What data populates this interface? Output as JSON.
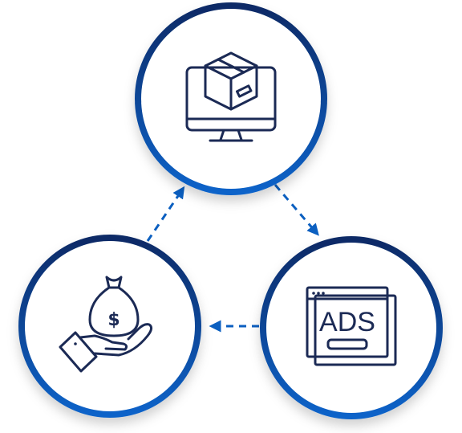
{
  "diagram": {
    "nodes": [
      {
        "id": "ecommerce",
        "icon": "monitor-box-icon"
      },
      {
        "id": "ads",
        "icon": "ads-window-icon",
        "text": "ADS"
      },
      {
        "id": "money",
        "icon": "hand-money-bag-icon",
        "text": "$"
      }
    ],
    "flow": [
      "ecommerce",
      "ads",
      "money",
      "ecommerce"
    ],
    "colors": {
      "ring_dark": "#0d2b6b",
      "ring_blue": "#0b5fc0",
      "arrow": "#0b5fc0",
      "icon": "#1b2a55"
    }
  }
}
